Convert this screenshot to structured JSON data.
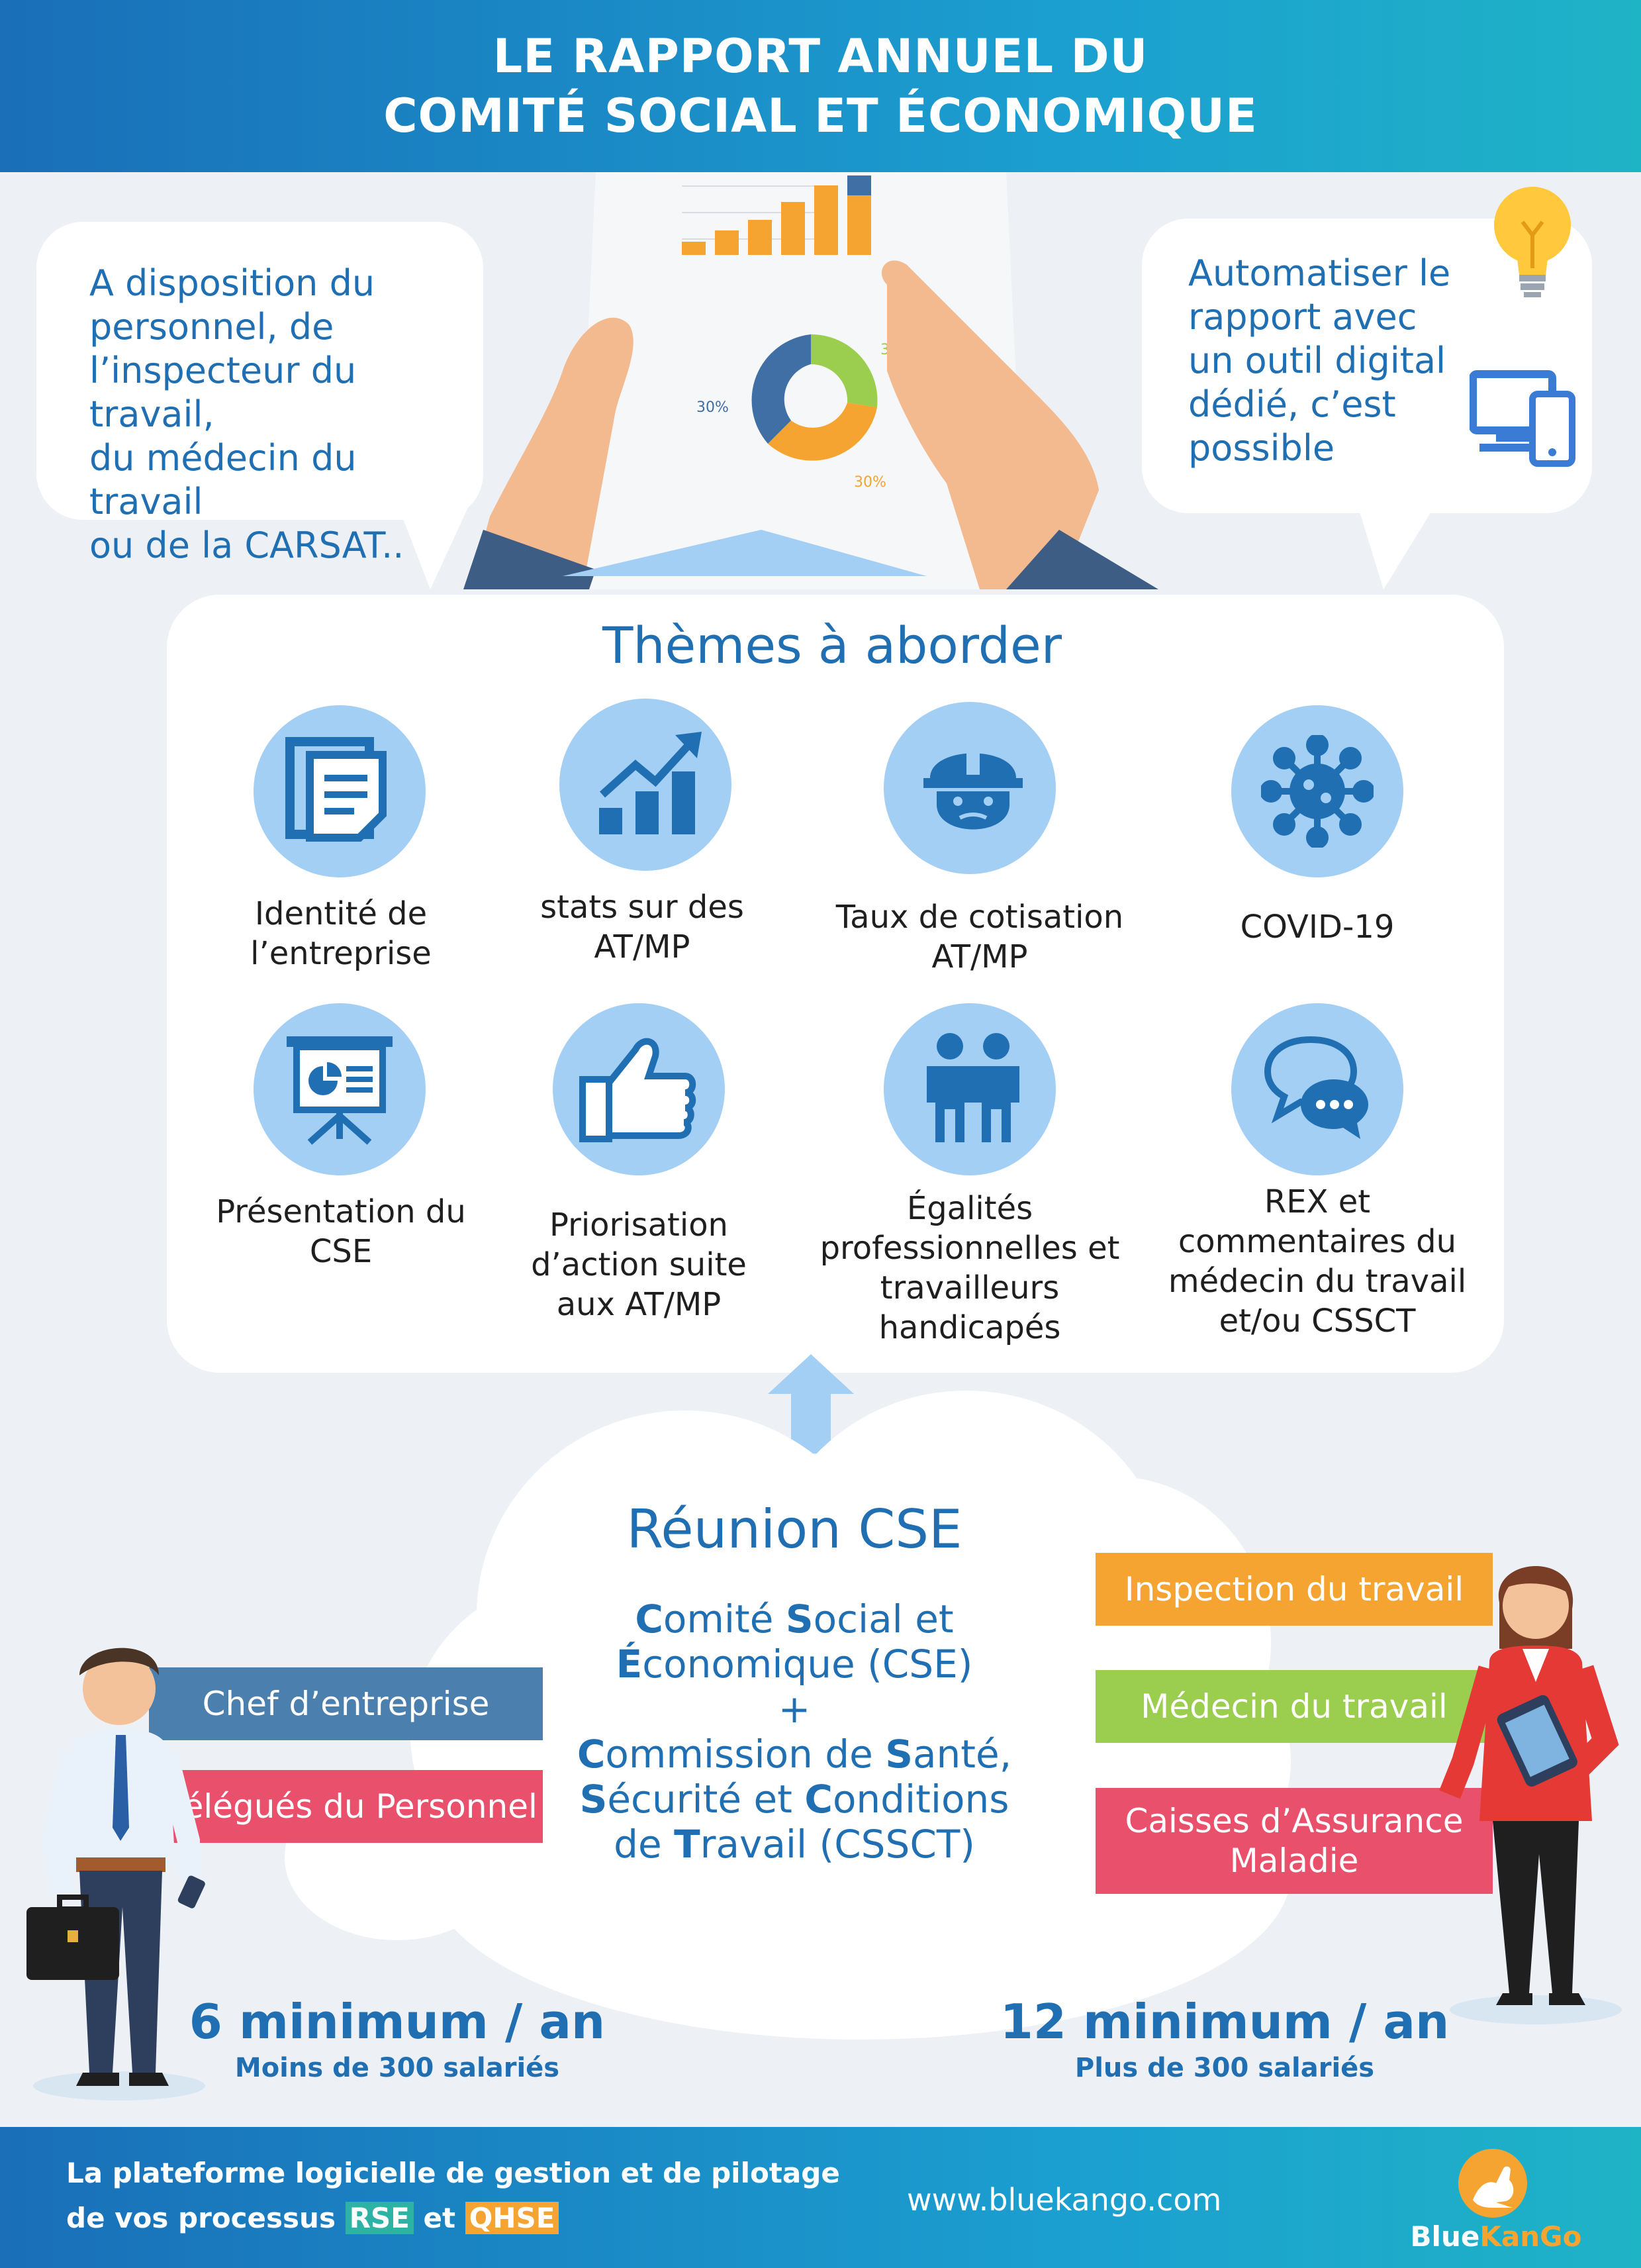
{
  "header": {
    "title_line1": "LE RAPPORT ANNUEL DU",
    "title_line2": "COMITÉ SOCIAL ET ÉCONOMIQUE"
  },
  "hero": {
    "pie_labels": [
      "30%",
      "30%",
      "30%"
    ]
  },
  "bubble_left": {
    "lines": [
      "A disposition du",
      "personnel, de",
      "l’inspecteur du travail,",
      "du médecin du travail",
      "ou de la CARSAT.."
    ]
  },
  "bubble_right": {
    "lines": [
      "Automatiser le",
      "rapport avec",
      "un outil digital",
      "dédié, c’est",
      "possible"
    ]
  },
  "themes": {
    "title": "Thèmes à aborder",
    "items": [
      {
        "label_lines": [
          "Identité de",
          "l’entreprise"
        ],
        "icon": "document-icon"
      },
      {
        "label_lines": [
          "stats sur des",
          "AT/MP"
        ],
        "icon": "growth-chart-icon"
      },
      {
        "label_lines": [
          "Taux de cotisation",
          "AT/MP"
        ],
        "icon": "worker-helmet-icon"
      },
      {
        "label_lines": [
          "COVID-19"
        ],
        "icon": "virus-icon"
      },
      {
        "label_lines": [
          "Présentation du",
          "CSE"
        ],
        "icon": "presentation-board-icon"
      },
      {
        "label_lines": [
          "Priorisation",
          "d’action suite",
          "aux AT/MP"
        ],
        "icon": "thumbs-up-icon"
      },
      {
        "label_lines": [
          "Égalités",
          "professionnelles et",
          "travailleurs",
          "handicapés"
        ],
        "icon": "people-icon"
      },
      {
        "label_lines": [
          "REX et",
          "commentaires du",
          "médecin du travail",
          "et/ou CSSCT"
        ],
        "icon": "chat-bubbles-icon"
      }
    ]
  },
  "reunion": {
    "title": "Réunion CSE",
    "line1": [
      {
        "b": "C"
      },
      {
        "t": "omité "
      },
      {
        "b": "S"
      },
      {
        "t": "ocial et"
      }
    ],
    "line2": [
      {
        "b": "É"
      },
      {
        "t": "conomique (CSE)"
      }
    ],
    "plus": "+",
    "line3": [
      {
        "b": "C"
      },
      {
        "t": "ommission de "
      },
      {
        "b": "S"
      },
      {
        "t": "anté,"
      }
    ],
    "line4": [
      {
        "b": "S"
      },
      {
        "t": "écurité et "
      },
      {
        "b": "C"
      },
      {
        "t": "onditions"
      }
    ],
    "line5": [
      {
        "t": "de "
      },
      {
        "b": "T"
      },
      {
        "t": "ravail (CSSCT)"
      }
    ]
  },
  "left_tags": {
    "chef": "Chef d’entreprise",
    "delegues": "Délégués du Personnel"
  },
  "right_tags": {
    "inspection": "Inspection du travail",
    "medecin": "Médecin du travail",
    "caisses_line1": "Caisses d’Assurance",
    "caisses_line2": "Maladie"
  },
  "counts": {
    "left_big": "6 minimum / an",
    "left_sub": "Moins de 300 salariés",
    "right_big": "12 minimum / an",
    "right_sub": "Plus de 300 salariés"
  },
  "footer": {
    "line1": "La plateforme logicielle de gestion et de pilotage",
    "line2_prefix": "de vos processus ",
    "rse": "RSE",
    "and": " et ",
    "qhse": "QHSE",
    "url": "www.bluekango.com",
    "logo_text_blue": "Blue",
    "logo_text_orange": "KanGo"
  },
  "colors": {
    "primary_blue": "#1f6fb2",
    "light_blue": "#a4cff5",
    "tag_blue": "#4a7fae",
    "tag_pink": "#e8506b",
    "tag_orange": "#f6a431",
    "tag_green": "#9bcd4f"
  }
}
